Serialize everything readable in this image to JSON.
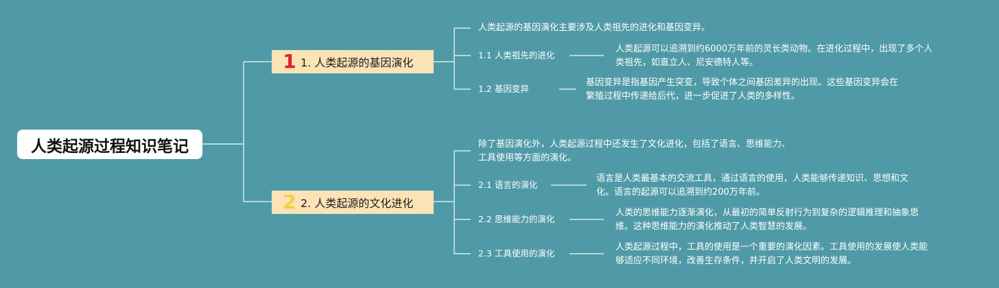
{
  "root": {
    "title": "人类起源过程知识笔记"
  },
  "branches": [
    {
      "badge": "1",
      "label": "1. 人类起源的基因演化",
      "intro": [
        "人类起源的基因演化主要涉及人类祖先的进化和基因变异。"
      ],
      "children": [
        {
          "label": "1.1 人类祖先的进化",
          "desc": [
            "人类起源可以追溯到约6000万年前的灵长类动物。在进化过程中，出现了多个人",
            "类祖先，如直立人、尼安德特人等。"
          ]
        },
        {
          "label": "1.2 基因变异",
          "desc": [
            "基因变异是指基因产生突变，导致个体之间基因差异的出现。这些基因变异会在",
            "繁殖过程中传递给后代，进一步促进了人类的多样性。"
          ]
        }
      ]
    },
    {
      "badge": "2",
      "label": "2. 人类起源的文化进化",
      "intro": [
        "除了基因演化外，人类起源过程中还发生了文化进化，包括了语言、思维能力、",
        "工具使用等方面的演化。"
      ],
      "children": [
        {
          "label": "2.1 语言的演化",
          "desc": [
            "语言是人类最基本的交流工具，通过语言的使用，人类能够传递知识、思想和文",
            "化。语言的起源可以追溯到约200万年前。"
          ]
        },
        {
          "label": "2.2 思维能力的演化",
          "desc": [
            "人类的思维能力逐渐演化，从最初的简单反射行为到复杂的逻辑推理和抽象思",
            "维。这种思维能力的演化推动了人类智慧的发展。"
          ]
        },
        {
          "label": "2.3 工具使用的演化",
          "desc": [
            "人类起源过程中，工具的使用是一个重要的演化因素。工具使用的发展使人类能",
            "够适应不同环境，改善生存条件，并开启了人类文明的发展。"
          ]
        }
      ]
    }
  ]
}
